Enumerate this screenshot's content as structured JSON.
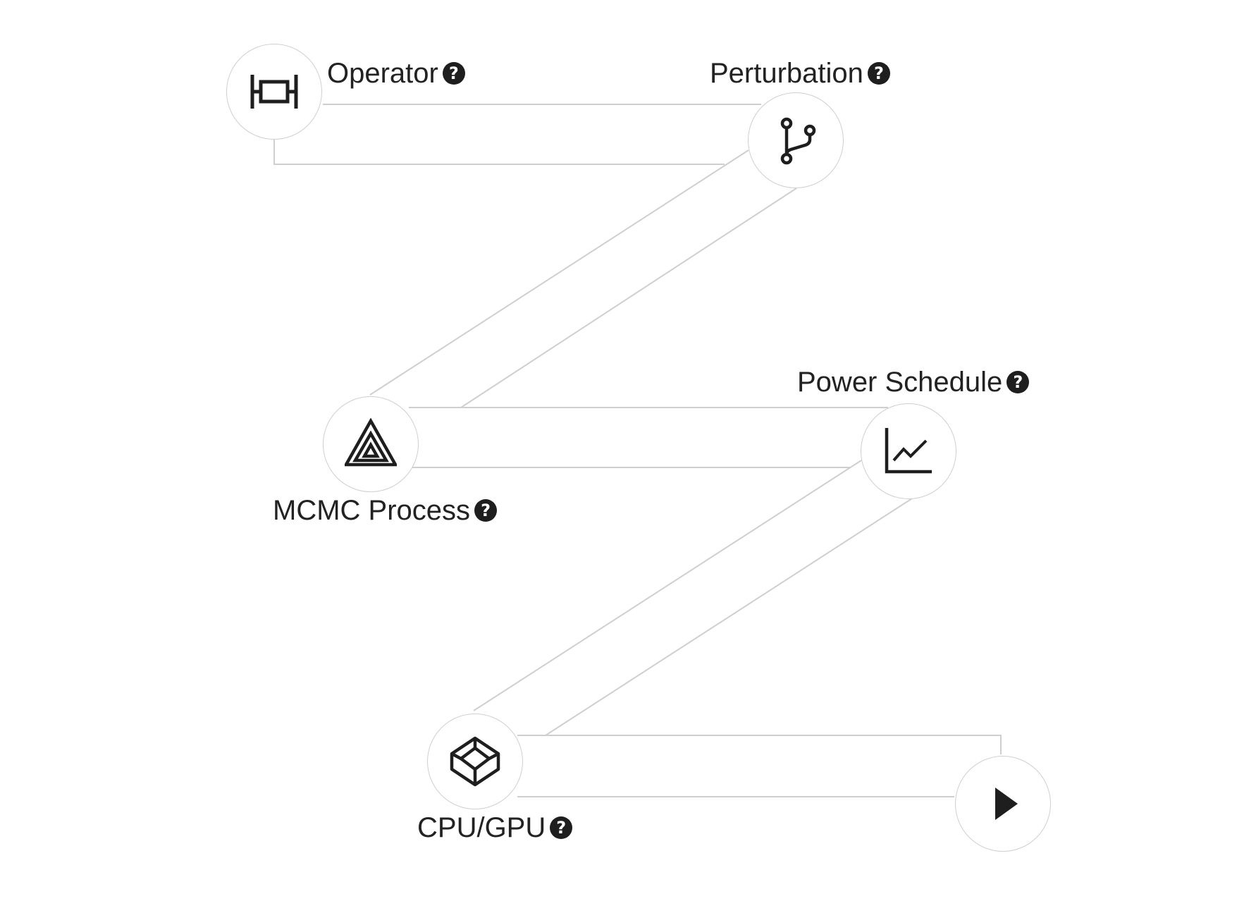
{
  "steps": [
    {
      "id": "operator",
      "label": "Operator",
      "help": "?",
      "icon": "timeline-icon"
    },
    {
      "id": "perturbation",
      "label": "Perturbation",
      "help": "?",
      "icon": "code-branch-icon"
    },
    {
      "id": "mcmc",
      "label": "MCMC Process",
      "help": "?",
      "icon": "nested-triangles-icon"
    },
    {
      "id": "power",
      "label": "Power Schedule",
      "help": "?",
      "icon": "line-chart-icon"
    },
    {
      "id": "device",
      "label": "CPU/GPU",
      "help": "?",
      "icon": "codepen-cube-icon"
    },
    {
      "id": "run",
      "label": "",
      "icon": "play-icon"
    }
  ],
  "colors": {
    "connector": "#cfcfcf",
    "icon": "#1e1e1e",
    "text": "#222222",
    "background": "#ffffff"
  }
}
